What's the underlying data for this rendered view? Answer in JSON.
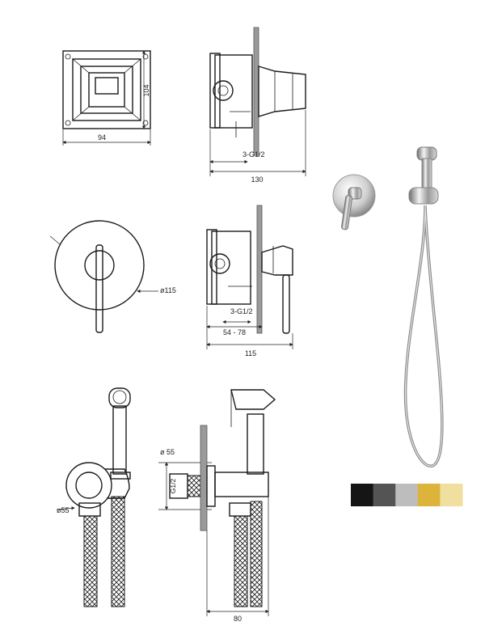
{
  "dimensions": {
    "box_width": "94",
    "box_height": "104",
    "side_depth": "130",
    "side_thread": "3-G1/2",
    "plate_diameter": "ø115",
    "mid_range": "54 - 78",
    "mid_thread": "3-G1/2",
    "mid_depth": "115",
    "elbow_diameter": "ø55",
    "flange_diameter": "ø 55",
    "flange_thread": "G1/2",
    "outlet_depth": "80"
  },
  "swatches": [
    {
      "name": "black",
      "color": "#151515"
    },
    {
      "name": "gunmetal",
      "color": "#545454"
    },
    {
      "name": "chrome",
      "color": "#bdbdbd"
    },
    {
      "name": "gold",
      "color": "#dcb43c"
    },
    {
      "name": "champagne",
      "color": "#f1dfa0"
    }
  ]
}
